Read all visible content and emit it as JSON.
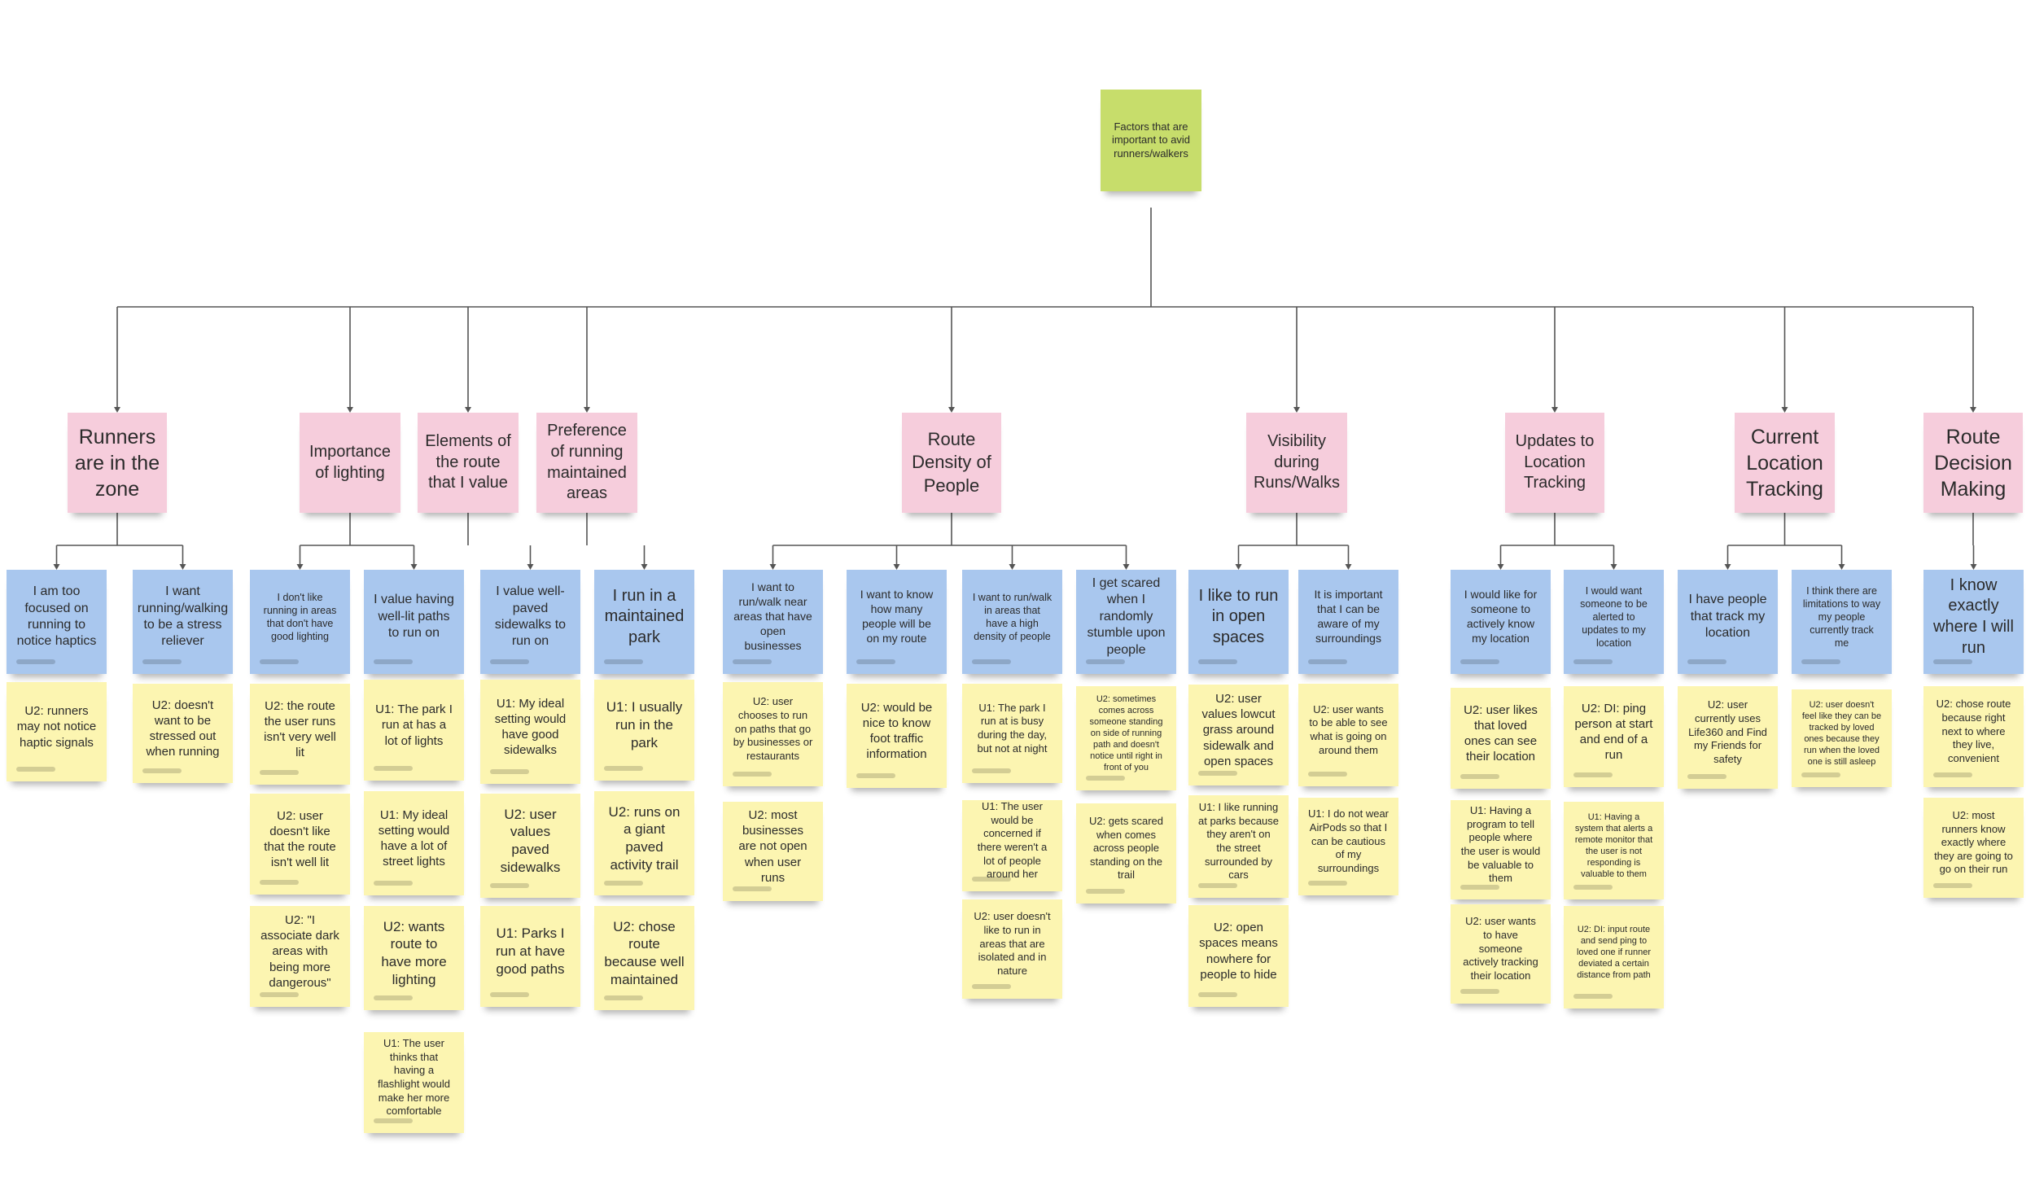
{
  "colors": {
    "root": "#c7dd6b",
    "theme": "#f6cddc",
    "blue": "#a9c7ee",
    "yellow": "#fcf5b1",
    "line": "#555555"
  },
  "root": {
    "text": "Factors that are important to avid runners/walkers"
  },
  "themes": [
    {
      "id": "t0",
      "text": "Runners are in the zone"
    },
    {
      "id": "t1",
      "text": "Importance of lighting"
    },
    {
      "id": "t2",
      "text": "Elements of the route that I value"
    },
    {
      "id": "t3",
      "text": "Preference of running maintained areas"
    },
    {
      "id": "t4",
      "text": "Route Density of People"
    },
    {
      "id": "t5",
      "text": "Visibility during Runs/Walks"
    },
    {
      "id": "t6",
      "text": "Updates to Location Tracking"
    },
    {
      "id": "t7",
      "text": "Current Location Tracking"
    },
    {
      "id": "t8",
      "text": "Route Decision Making"
    }
  ],
  "columns": [
    {
      "theme": "t0",
      "insight": "I am too focused on running to notice haptics",
      "notes": [
        "U2: runners may not notice haptic signals"
      ]
    },
    {
      "theme": "t0",
      "insight": "I want running/walking to be a stress reliever",
      "notes": [
        "U2: doesn't want to be stressed out when running"
      ]
    },
    {
      "theme": "t1",
      "insight": "I don't like running in areas that don't have good lighting",
      "notes": [
        "U2: the route the user runs isn't very well lit",
        "U2: user doesn't like that the route isn't well lit",
        "U2: \"I associate dark areas with being more dangerous\""
      ]
    },
    {
      "theme": "t1",
      "insight": "I value having well-lit paths to run on",
      "notes": [
        "U1: The park I run at has a lot of lights",
        "U1: My ideal setting would have a lot of street lights",
        "U2: wants route to have more lighting",
        "U1: The user thinks that having a flashlight would make her more comfortable"
      ]
    },
    {
      "theme": "t2",
      "insight": "I value well-paved sidewalks to run on",
      "notes": [
        "U1: My ideal setting would have good sidewalks",
        "U2: user values paved sidewalks",
        "U1: Parks I run at have good paths"
      ]
    },
    {
      "theme": "t3",
      "insight": "I run in a maintained park",
      "notes": [
        "U1: I usually run in the park",
        "U2: runs on a giant paved activity trail",
        "U2: chose route because well maintained"
      ]
    },
    {
      "theme": "t4",
      "insight": "I want to run/walk near areas that have open businesses",
      "notes": [
        "U2: user chooses to run on paths that go by businesses or restaurants",
        "U2: most businesses are not open when user runs"
      ]
    },
    {
      "theme": "t4",
      "insight": "I want to know how many people will be on my route",
      "notes": [
        "U2: would be nice to know foot traffic information"
      ]
    },
    {
      "theme": "t4",
      "insight": "I want to run/walk in areas that have a high density of people",
      "notes": [
        "U1: The park I run at is busy during the day, but not at night",
        "U1: The user would be concerned if there weren't a lot of people around her",
        "U2: user doesn't like to run in areas that are isolated and in nature"
      ]
    },
    {
      "theme": "t4",
      "insight": "I get scared when I randomly stumble upon people",
      "notes": [
        "U2: sometimes comes across someone standing on side of running path and doesn't notice until right in front of you",
        "U2: gets scared when comes across people standing on the trail"
      ]
    },
    {
      "theme": "t5",
      "insight": "I like to run in open spaces",
      "notes": [
        "U2: user values lowcut grass around sidewalk and open spaces",
        "U1: I like running at parks because they aren't on the street surrounded by cars",
        "U2: open spaces means nowhere for people to hide"
      ]
    },
    {
      "theme": "t5",
      "insight": "It is important that I can be aware of my surroundings",
      "notes": [
        "U2: user wants to be able to see what is going on around them",
        "U1: I do not wear AirPods so that I can be cautious of my surroundings"
      ]
    },
    {
      "theme": "t6",
      "insight": "I would like for someone to actively know my location",
      "notes": [
        "U2: user likes that loved ones can see their location",
        "U1: Having a program to tell people where the user is would be valuable to them",
        "U2: user wants to have someone actively tracking their location"
      ]
    },
    {
      "theme": "t6",
      "insight": "I would want someone to be alerted to updates to my location",
      "notes": [
        "U2: DI: ping person at start and end of a run",
        "U1: Having a system that alerts a remote monitor that the user is not responding is valuable to them",
        "U2: DI: input route and send ping to loved one if runner deviated a certain distance from path"
      ]
    },
    {
      "theme": "t7",
      "insight": "I have people that track my location",
      "notes": [
        "U2: user currently uses Life360 and Find my Friends for safety"
      ]
    },
    {
      "theme": "t7",
      "insight": "I think there are limitations to way my people currently track me",
      "notes": [
        "U2: user doesn't feel like they can be tracked by loved ones because they run when the loved one is still asleep"
      ]
    },
    {
      "theme": "t8",
      "insight": "I know exactly where I will run",
      "notes": [
        "U2: chose route because right next to where they live, convenient",
        "U2: most runners know exactly where they are going to go on their run"
      ]
    }
  ]
}
